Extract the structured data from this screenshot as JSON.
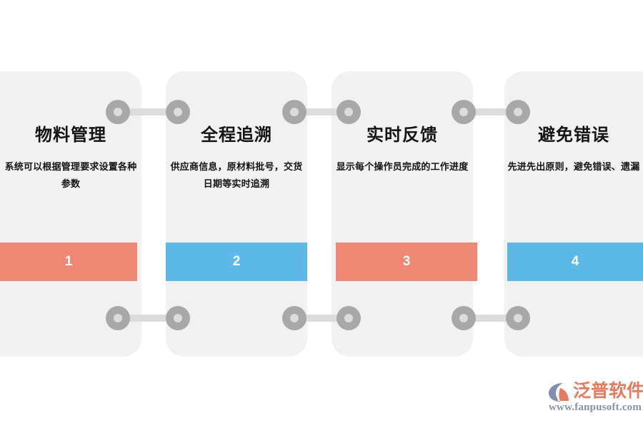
{
  "page": {
    "background_color": "#ffffff",
    "card_background_color": "#f1f1f1",
    "connector_knob_color": "#a8a8a8",
    "connector_bar_color": "#dcdcdc",
    "text_color": "#141414"
  },
  "cards": [
    {
      "number": "1",
      "title": "物料管理",
      "description": "系统可以根据管理要求设置各种参数",
      "accent_color": "#ee8872"
    },
    {
      "number": "2",
      "title": "全程追溯",
      "description": "供应商信息，原材料批号，交货日期等实时追溯",
      "accent_color": "#5cb8e6"
    },
    {
      "number": "3",
      "title": "实时反馈",
      "description": "显示每个操作员完成的工作进度",
      "accent_color": "#ee8872"
    },
    {
      "number": "4",
      "title": "避免错误",
      "description": "先进先出原则，避免错误、遗漏",
      "accent_color": "#5cb8e6"
    }
  ],
  "logo": {
    "brand_name": "泛普软件",
    "url": "www.fanpusoft.com",
    "brand_color": "#e8795c",
    "url_color": "#8592ad",
    "mark_icon": "fanpu-circle-arc-logo-icon"
  }
}
